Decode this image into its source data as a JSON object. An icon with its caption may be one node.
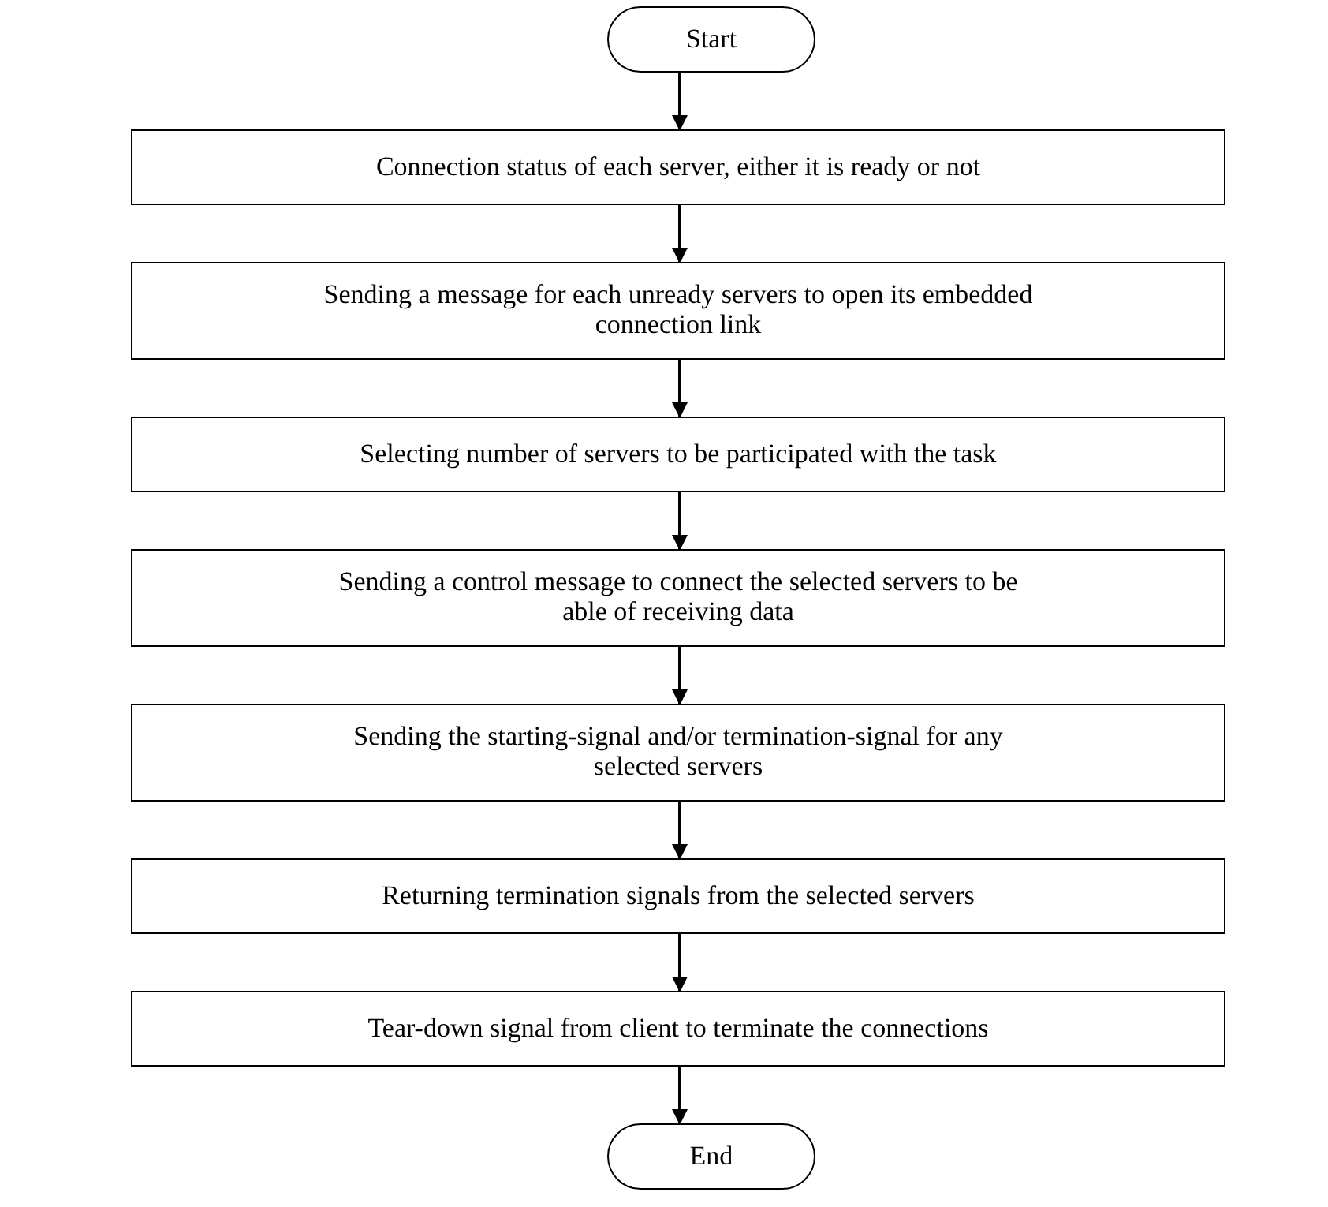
{
  "diagram": {
    "nodes": [
      {
        "text": [
          "Start"
        ]
      },
      {
        "text": [
          "Connection status of each server, either it is ready or not"
        ]
      },
      {
        "text": [
          "Sending a message for each unready servers to open its embedded connection link"
        ]
      },
      {
        "text": [
          "Selecting number of servers to be participated with the task"
        ]
      },
      {
        "text": [
          "Sending a control message to connect the selected servers to be able of receiving data"
        ]
      },
      {
        "text": [
          "Sending the starting-signal and/or termination-signal for any selected servers"
        ]
      },
      {
        "text": [
          "Returning termination signals from the selected servers"
        ]
      },
      {
        "text": [
          "Tear-down signal from client to terminate the connections"
        ]
      },
      {
        "text": [
          "End"
        ]
      }
    ],
    "edges": [
      {
        "from": 0,
        "to": 1,
        "arrow": "to"
      },
      {
        "from": 1,
        "to": 2,
        "arrow": "to"
      },
      {
        "from": 2,
        "to": 3,
        "arrow": "to"
      },
      {
        "from": 3,
        "to": 4,
        "arrow": "to"
      },
      {
        "from": 4,
        "to": 5,
        "arrow": "to"
      },
      {
        "from": 5,
        "to": 6,
        "arrow": "to"
      },
      {
        "from": 6,
        "to": 7,
        "arrow": "to"
      },
      {
        "from": 7,
        "to": 8,
        "arrow": "to"
      }
    ]
  }
}
